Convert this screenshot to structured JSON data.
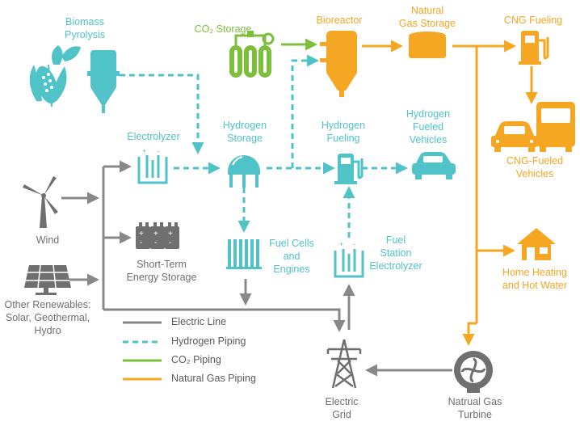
{
  "labels": {
    "biomass": [
      "Biomass",
      "Pyrolysis"
    ],
    "co2_storage": "CO₂ Storage",
    "bioreactor": "Bioreactor",
    "natural_gas_storage": [
      "Natural",
      "Gas Storage"
    ],
    "cng_fueling": "CNG Fueling",
    "electrolyzer": "Electrolyzer",
    "hydrogen_storage": [
      "Hydrogen",
      "Storage"
    ],
    "hydrogen_fueling": [
      "Hydrogen",
      "Fueling"
    ],
    "hydrogen_fueled_vehicles": [
      "Hydrogen",
      "Fueled",
      "Vehicles"
    ],
    "cng_fueled_vehicles": [
      "CNG-Fueled",
      "Vehicles"
    ],
    "wind": "Wind",
    "short_term_storage": [
      "Short-Term",
      "Energy Storage"
    ],
    "fuel_cells": [
      "Fuel Cells",
      "and",
      "Engines"
    ],
    "fuel_station_electrolyzer": [
      "Fuel",
      "Station",
      "Electrolyzer"
    ],
    "home_heating": [
      "Home Heating",
      "and Hot Water"
    ],
    "other_renewables": [
      "Other Renewables:",
      "Solar, Geothermal,",
      "Hydro"
    ],
    "electric_grid": [
      "Electric",
      "Grid"
    ],
    "natural_gas_turbine": [
      "Natrual Gas",
      "Turbine"
    ]
  },
  "legend": [
    {
      "label": "Electric Line",
      "style": "electric"
    },
    {
      "label": "Hydrogen Piping",
      "style": "hydrogen"
    },
    {
      "label": "CO₂ Piping",
      "style": "co2"
    },
    {
      "label": "Natural Gas Piping",
      "style": "gas"
    }
  ],
  "colors": {
    "hydrogen": "#4fc3c8",
    "natural_gas": "#f5a623",
    "co2": "#7dbf3b",
    "electric": "#888888"
  }
}
